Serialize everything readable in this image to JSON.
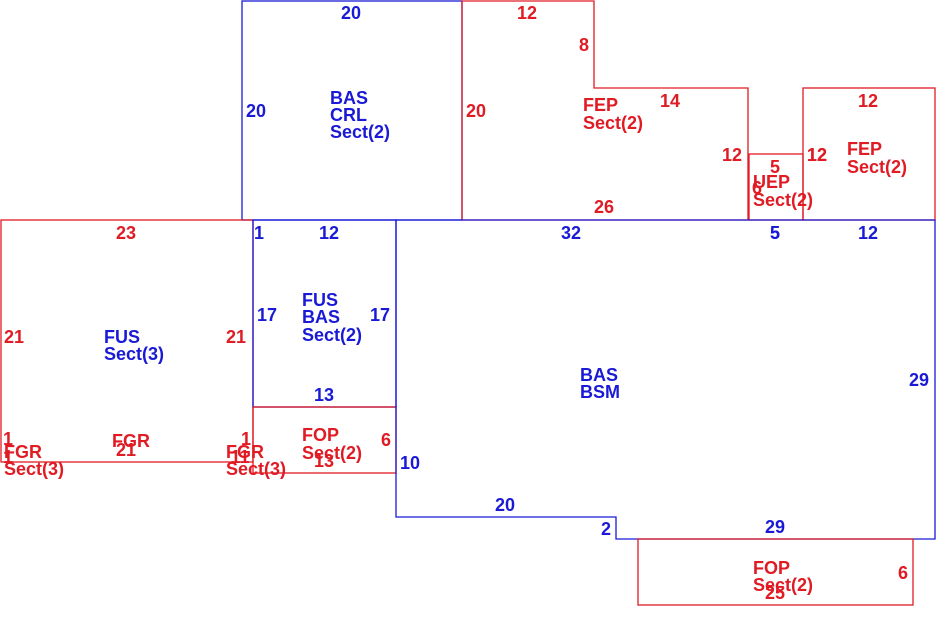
{
  "colors": {
    "blue": "#1a1ad6",
    "red": "#e01b24",
    "background": "#ffffff"
  },
  "areas": {
    "bas_crl": {
      "lines": [
        "BAS",
        "CRL",
        "Sect(2)"
      ],
      "dims": [
        "20",
        "20"
      ]
    },
    "fep_top": {
      "lines": [
        "FEP",
        "Sect(2)"
      ],
      "dims": [
        "12",
        "8",
        "20",
        "14",
        "12",
        "26"
      ]
    },
    "uep": {
      "lines": [
        "UEP",
        "Sect(2)"
      ],
      "dims": [
        "5",
        "6",
        "12",
        "5"
      ]
    },
    "fep_right": {
      "lines": [
        "FEP",
        "Sect(2)"
      ],
      "dims": [
        "12",
        "12"
      ]
    },
    "fus_left": {
      "lines": [
        "FUS",
        "Sect(3)"
      ],
      "dims": [
        "23",
        "21",
        "21",
        "1",
        "21",
        "1"
      ]
    },
    "fgr_left": {
      "lines": [
        "FGR",
        "Sect(3)"
      ],
      "dims": [
        "1"
      ]
    },
    "fgr_mid": {
      "lines": [
        "FGR"
      ]
    },
    "fgr_right": {
      "lines": [
        "FGR",
        "Sect(3)"
      ],
      "dims": [
        "11"
      ]
    },
    "fus_bas": {
      "lines": [
        "FUS",
        "BAS",
        "Sect(2)"
      ],
      "dims": [
        "1",
        "12",
        "17",
        "17",
        "13"
      ]
    },
    "fop_mid": {
      "lines": [
        "FOP",
        "Sect(2)"
      ],
      "dims": [
        "6",
        "13"
      ]
    },
    "bas_bsm": {
      "lines": [
        "BAS",
        "BSM"
      ],
      "dims": [
        "32",
        "5",
        "12",
        "29",
        "10",
        "20",
        "2",
        "29"
      ]
    },
    "fop_bottom": {
      "lines": [
        "FOP",
        "Sect(2)"
      ],
      "dims": [
        "6",
        "25"
      ]
    }
  }
}
